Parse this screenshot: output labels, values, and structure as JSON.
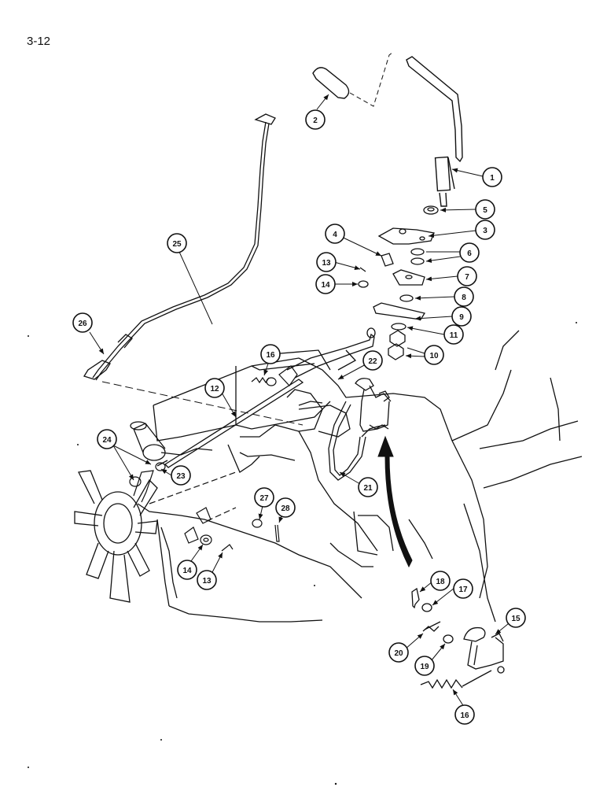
{
  "page_number": "3-12",
  "callouts": [
    {
      "label": "1"
    },
    {
      "label": "2"
    },
    {
      "label": "3"
    },
    {
      "label": "4"
    },
    {
      "label": "5"
    },
    {
      "label": "6"
    },
    {
      "label": "7"
    },
    {
      "label": "8"
    },
    {
      "label": "9"
    },
    {
      "label": "10"
    },
    {
      "label": "11"
    },
    {
      "label": "12"
    },
    {
      "label": "13"
    },
    {
      "label": "14"
    },
    {
      "label": "16"
    },
    {
      "label": "21"
    },
    {
      "label": "22"
    },
    {
      "label": "23"
    },
    {
      "label": "24"
    },
    {
      "label": "25"
    },
    {
      "label": "26"
    },
    {
      "label": "27"
    },
    {
      "label": "28"
    },
    {
      "label": "14"
    },
    {
      "label": "13"
    },
    {
      "label": "18"
    },
    {
      "label": "17"
    },
    {
      "label": "15"
    },
    {
      "label": "20"
    },
    {
      "label": "19"
    },
    {
      "label": "16"
    }
  ]
}
